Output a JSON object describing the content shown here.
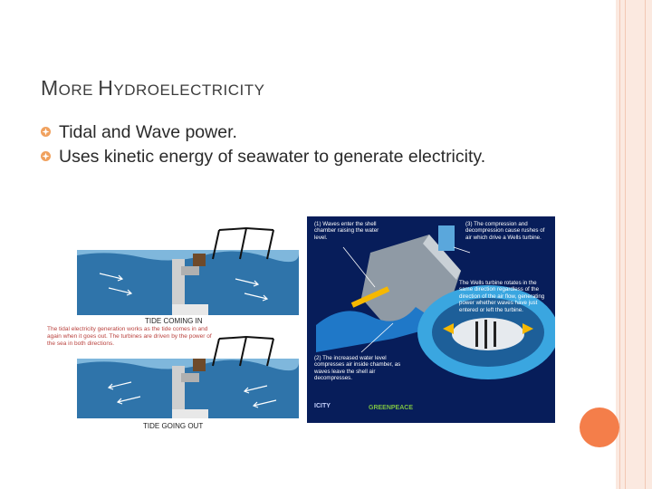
{
  "slide": {
    "title_first_letter_1": "M",
    "title_rest_1": "ORE ",
    "title_first_letter_2": "H",
    "title_rest_2": "YDROELECTRICITY",
    "bullets": [
      {
        "text": "Tidal and Wave power.",
        "icon": "gear-bullet-icon"
      },
      {
        "text": "Uses kinetic energy of seawater to generate electricity.",
        "icon": "gear-bullet-icon"
      }
    ],
    "accent_color": "#f47e4a"
  },
  "tidal_diagram": {
    "caption_in": "TIDE COMING IN",
    "caption_out": "TIDE GOING OUT",
    "note": "The tidal electricity generation works as the tide comes in and again when it goes out. The turbines are driven by the power of the sea in both directions."
  },
  "wave_diagram": {
    "label_1": "(1) Waves enter the shell chamber raising the water level.",
    "label_2": "(2) The increased water level compresses air inside chamber, as waves leave the shell air decompresses.",
    "label_3": "(3) The compression and decompression cause rushes of air which drive a Wells turbine.",
    "label_4": "The Wells turbine rotates in the same direction regardless of the direction of the air flow, generating power whether waves have just entered or left the turbine.",
    "logo_1": "ICITY",
    "logo_2": "GREENPEACE"
  }
}
